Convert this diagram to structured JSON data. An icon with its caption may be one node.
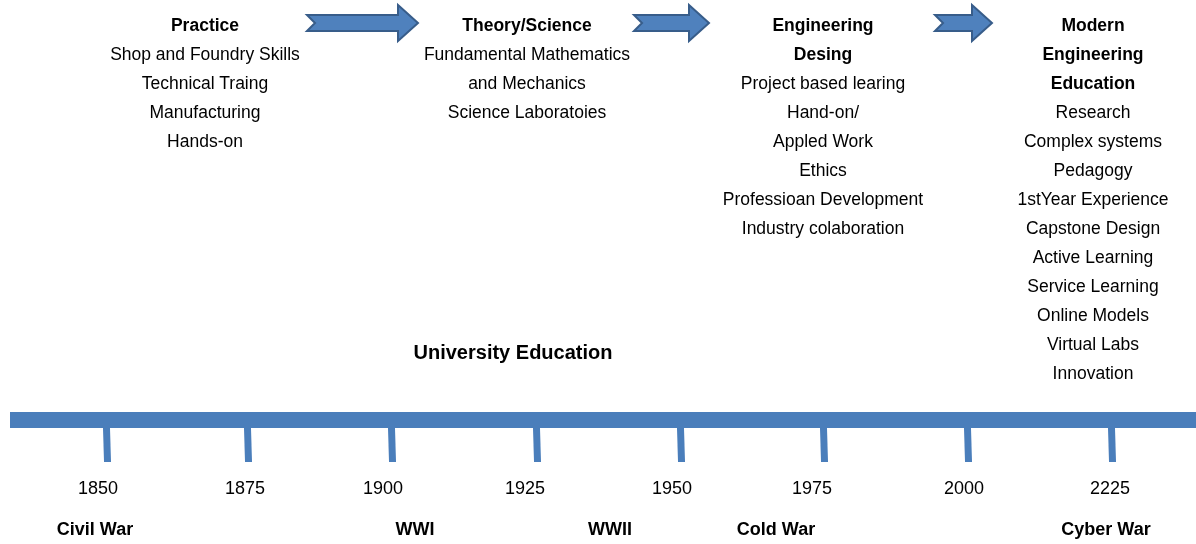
{
  "diagram": {
    "nodes": [
      {
        "text": [
          "Practice",
          "Shop and Foundry Skills",
          "Technical Traing",
          "Manufacturing",
          "Hands-on"
        ]
      },
      {
        "text": [
          "Theory/Science",
          "Fundamental Mathematics and Mechanics",
          "Science Laboratoies"
        ]
      },
      {
        "text": [
          "Engineering Desing",
          "Project based learing",
          "Hand-on/",
          "Appled Work",
          "Ethics",
          "Professioan Development",
          "Industry colaboration"
        ]
      },
      {
        "text": [
          "Modern Engineering Education",
          "Research",
          "Complex systems",
          "Pedagogy",
          "1stYear Experience",
          "Capstone Design",
          "Active Learning",
          "Service Learning",
          "Online Models",
          "Virtual Labs",
          "Innovation"
        ]
      }
    ],
    "edges": [
      {
        "from": 0,
        "to": 1,
        "arrow": "to"
      },
      {
        "from": 1,
        "to": 2,
        "arrow": "to"
      },
      {
        "from": 2,
        "to": 3,
        "arrow": "to"
      }
    ],
    "labels": [
      "University Education",
      "1850",
      "1875",
      "1900",
      "1925",
      "1950",
      "1975",
      "2000",
      "2225",
      "Civil War",
      "WWI",
      "WWII",
      "Cold War",
      "Cyber War"
    ]
  }
}
